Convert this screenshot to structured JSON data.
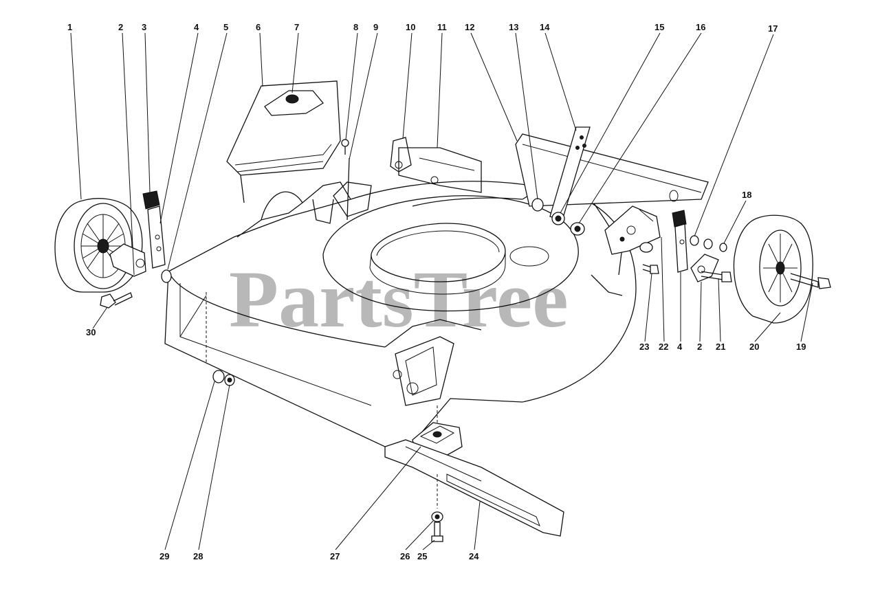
{
  "watermark": "PartsTree",
  "callouts": {
    "c1": "1",
    "c2": "2",
    "c3": "3",
    "c4": "4",
    "c5": "5",
    "c6": "6",
    "c7": "7",
    "c8": "8",
    "c9": "9",
    "c10": "10",
    "c11": "11",
    "c12": "12",
    "c13": "13",
    "c14": "14",
    "c15": "15",
    "c16": "16",
    "c17": "17",
    "c18": "18",
    "c19": "19",
    "c20": "20",
    "c21": "21",
    "c22": "22",
    "c23": "23",
    "c4b": "4",
    "c2b": "2",
    "c24": "24",
    "c25": "25",
    "c26": "26",
    "c27": "27",
    "c28": "28",
    "c29": "29",
    "c30": "30"
  },
  "colors": {
    "ink": "#111111",
    "watermark": "#8c8c8c"
  }
}
